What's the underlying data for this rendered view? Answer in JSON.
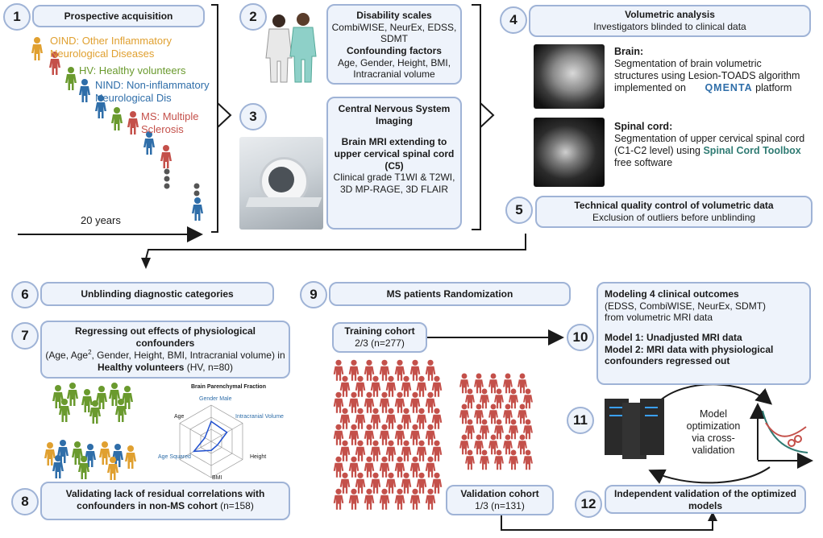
{
  "step1": {
    "number": "1",
    "title": "Prospective acquisition",
    "years": "20 years",
    "oind_label": "OIND: Other Inflammatory Neurological Diseases",
    "hv_label": "HV: Healthy volunteers",
    "nind_label": "NIND: Non-inflammatory Neurological Dis",
    "ms_label": "MS: Multiple Sclerosis"
  },
  "step2": {
    "number": "2",
    "title1": "Disability scales",
    "lines1": "CombiWISE, NeurEx, EDSS, SDMT",
    "title2": "Confounding factors",
    "lines2": "Age, Gender, Height, BMI, Intracranial volume"
  },
  "step3": {
    "number": "3",
    "title": "Central Nervous System Imaging",
    "subtitle": "Brain MRI extending to upper cervical spinal cord (C5)",
    "lines": "Clinical grade T1WI & T2WI, 3D MP-RAGE, 3D FLAIR"
  },
  "step4": {
    "number": "4",
    "title": "Volumetric analysis",
    "subtitle": "Investigators blinded to  clinical data",
    "brain_title": "Brain:",
    "brain_text": "Segmentation of brain volumetric structures using Lesion-TOADS algorithm implemented on",
    "brain_platform": "QMENTA",
    "brain_text_end": "platform",
    "cord_title": "Spinal cord:",
    "cord_text": "Segmentation of upper cervical spinal cord (C1-C2 level) using",
    "cord_tool": "Spinal Cord Toolbox",
    "cord_text_end": "free software"
  },
  "step5": {
    "number": "5",
    "title": "Technical quality control of volumetric data",
    "subtitle": "Exclusion of outliers before unblinding"
  },
  "step6": {
    "number": "6",
    "title": "Unblinding diagnostic categories"
  },
  "step7": {
    "number": "7",
    "title": "Regressing out effects of physiological confounders",
    "line1a": "(Age, Age",
    "sup": "2",
    "line1b": ", Gender, Height, BMI, Intracranial volume)",
    "line2a": "in",
    "line2b": "Healthy volunteers",
    "line2c": "(HV, n=80)"
  },
  "radar": {
    "title": "Brain Parenchymal Fraction",
    "axes": [
      "Gender Male",
      "Intracranial Volume",
      "Height",
      "BMI",
      "Age Squared",
      "Age"
    ],
    "values": [
      0.55,
      0.5,
      0.2,
      0.25,
      0.55,
      0.2
    ]
  },
  "step8": {
    "number": "8",
    "title": "Validating lack of residual correlations with confounders in non-MS cohort",
    "n": "(n=158)"
  },
  "step9": {
    "number": "9",
    "title": "MS patients Randomization",
    "training_title": "Training cohort",
    "training_n": "2/3 (n=277)",
    "validation_title": "Validation  cohort",
    "validation_n": "1/3 (n=131)"
  },
  "step10": {
    "number": "10",
    "title": "Modeling 4 clinical outcomes",
    "line1": "(EDSS, CombiWISE, NeurEx, SDMT)",
    "line2": "from volumetric MRI data",
    "m1a": "Model 1:",
    "m1b": "Unadjusted MRI data",
    "m2a": "Model 2:",
    "m2b": "MRI data with physiological confounders regressed out"
  },
  "step11": {
    "number": "11",
    "text": "Model optimization via cross-validation"
  },
  "step12": {
    "number": "12",
    "title": "Independent validation of the optimized models"
  },
  "colors": {
    "oind": "#e0a030",
    "hv": "#6a9a2e",
    "nind": "#2f6ea9",
    "ms": "#c4504a",
    "box_fill": "#eef3fb",
    "box_border": "#9fb3d6",
    "teal": "#2f7b73"
  }
}
